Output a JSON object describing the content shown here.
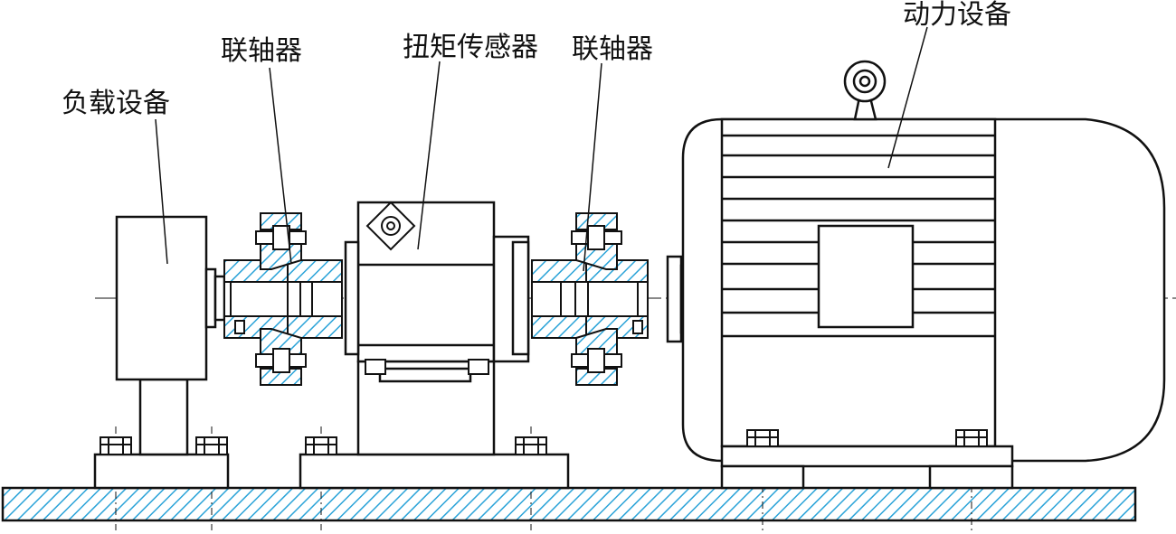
{
  "labels": {
    "load": "负载设备",
    "coupling_left": "联轴器",
    "torque_sensor": "扭矩传感器",
    "coupling_right": "联轴器",
    "power": "动力设备"
  },
  "colors": {
    "line": "#111111",
    "hatch": "#2aa3d8",
    "fill": "#ffffff"
  }
}
